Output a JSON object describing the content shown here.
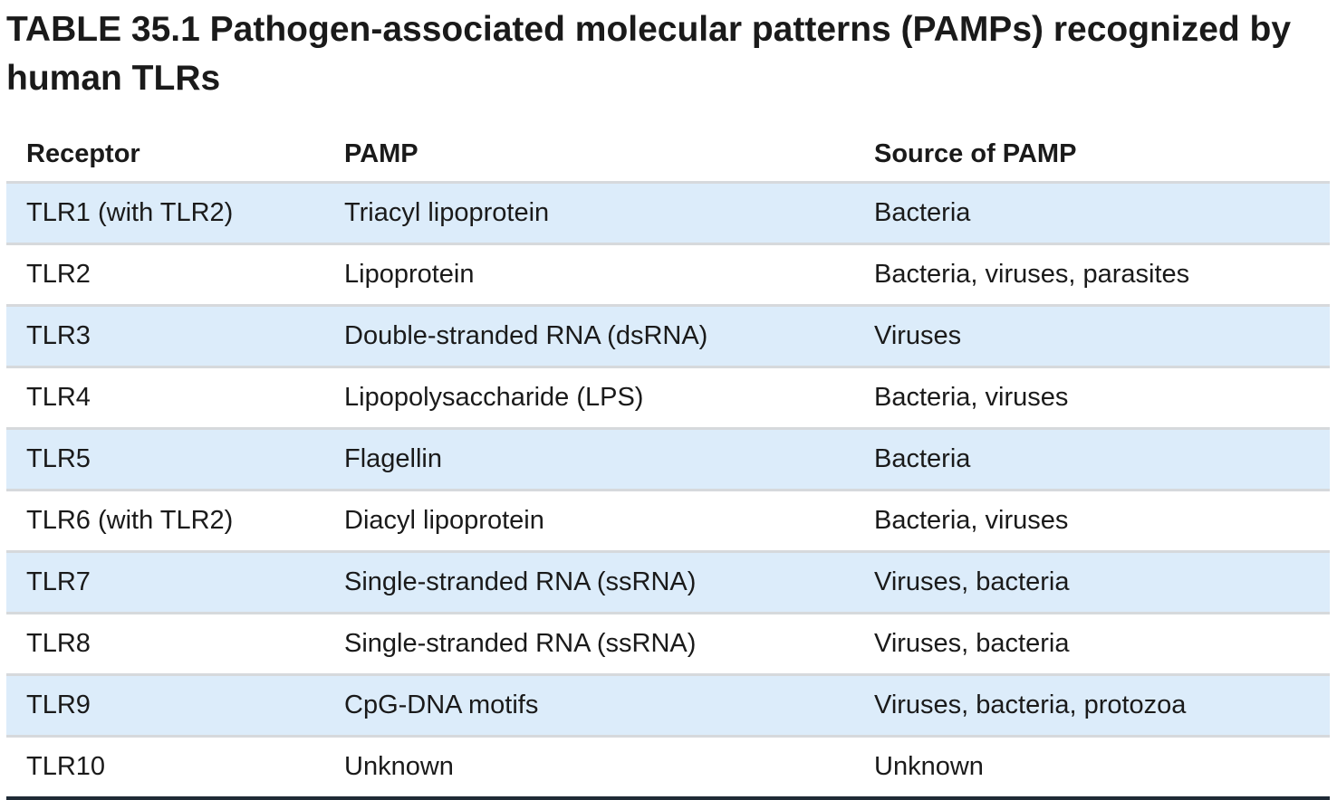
{
  "title": "TABLE 35.1 Pathogen-associated molecular patterns (PAMPs) recognized by human TLRs",
  "colors": {
    "row_shade": "#dcecfa",
    "divider": "#d6d9dc",
    "bottom_rule": "#1f2a36"
  },
  "table": {
    "headers": [
      "Receptor",
      "PAMP",
      "Source of PAMP"
    ],
    "rows": [
      [
        "TLR1 (with TLR2)",
        "Triacyl lipoprotein",
        "Bacteria"
      ],
      [
        "TLR2",
        "Lipoprotein",
        "Bacteria, viruses, parasites"
      ],
      [
        "TLR3",
        "Double-stranded RNA (dsRNA)",
        "Viruses"
      ],
      [
        "TLR4",
        "Lipopolysaccharide (LPS)",
        "Bacteria, viruses"
      ],
      [
        "TLR5",
        "Flagellin",
        "Bacteria"
      ],
      [
        "TLR6 (with TLR2)",
        "Diacyl lipoprotein",
        "Bacteria, viruses"
      ],
      [
        "TLR7",
        "Single-stranded RNA (ssRNA)",
        "Viruses, bacteria"
      ],
      [
        "TLR8",
        "Single-stranded RNA (ssRNA)",
        "Viruses, bacteria"
      ],
      [
        "TLR9",
        "CpG-DNA motifs",
        "Viruses, bacteria, protozoa"
      ],
      [
        "TLR10",
        "Unknown",
        "Unknown"
      ]
    ]
  }
}
